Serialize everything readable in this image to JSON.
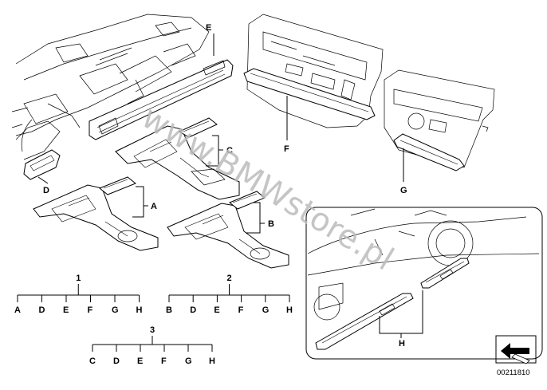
{
  "labels": {
    "A": "A",
    "B": "B",
    "C": "C",
    "D": "D",
    "E": "E",
    "F": "F",
    "G": "G",
    "H": "H"
  },
  "trees": [
    {
      "number": "1",
      "children": [
        "A",
        "D",
        "E",
        "F",
        "G",
        "H"
      ]
    },
    {
      "number": "2",
      "children": [
        "B",
        "D",
        "E",
        "F",
        "G",
        "H"
      ]
    },
    {
      "number": "3",
      "children": [
        "C",
        "D",
        "E",
        "F",
        "G",
        "H"
      ]
    }
  ],
  "watermark": "www.BMWstore.pl",
  "diagram_number": "00211810",
  "icon": "arrow-pointer-icon"
}
